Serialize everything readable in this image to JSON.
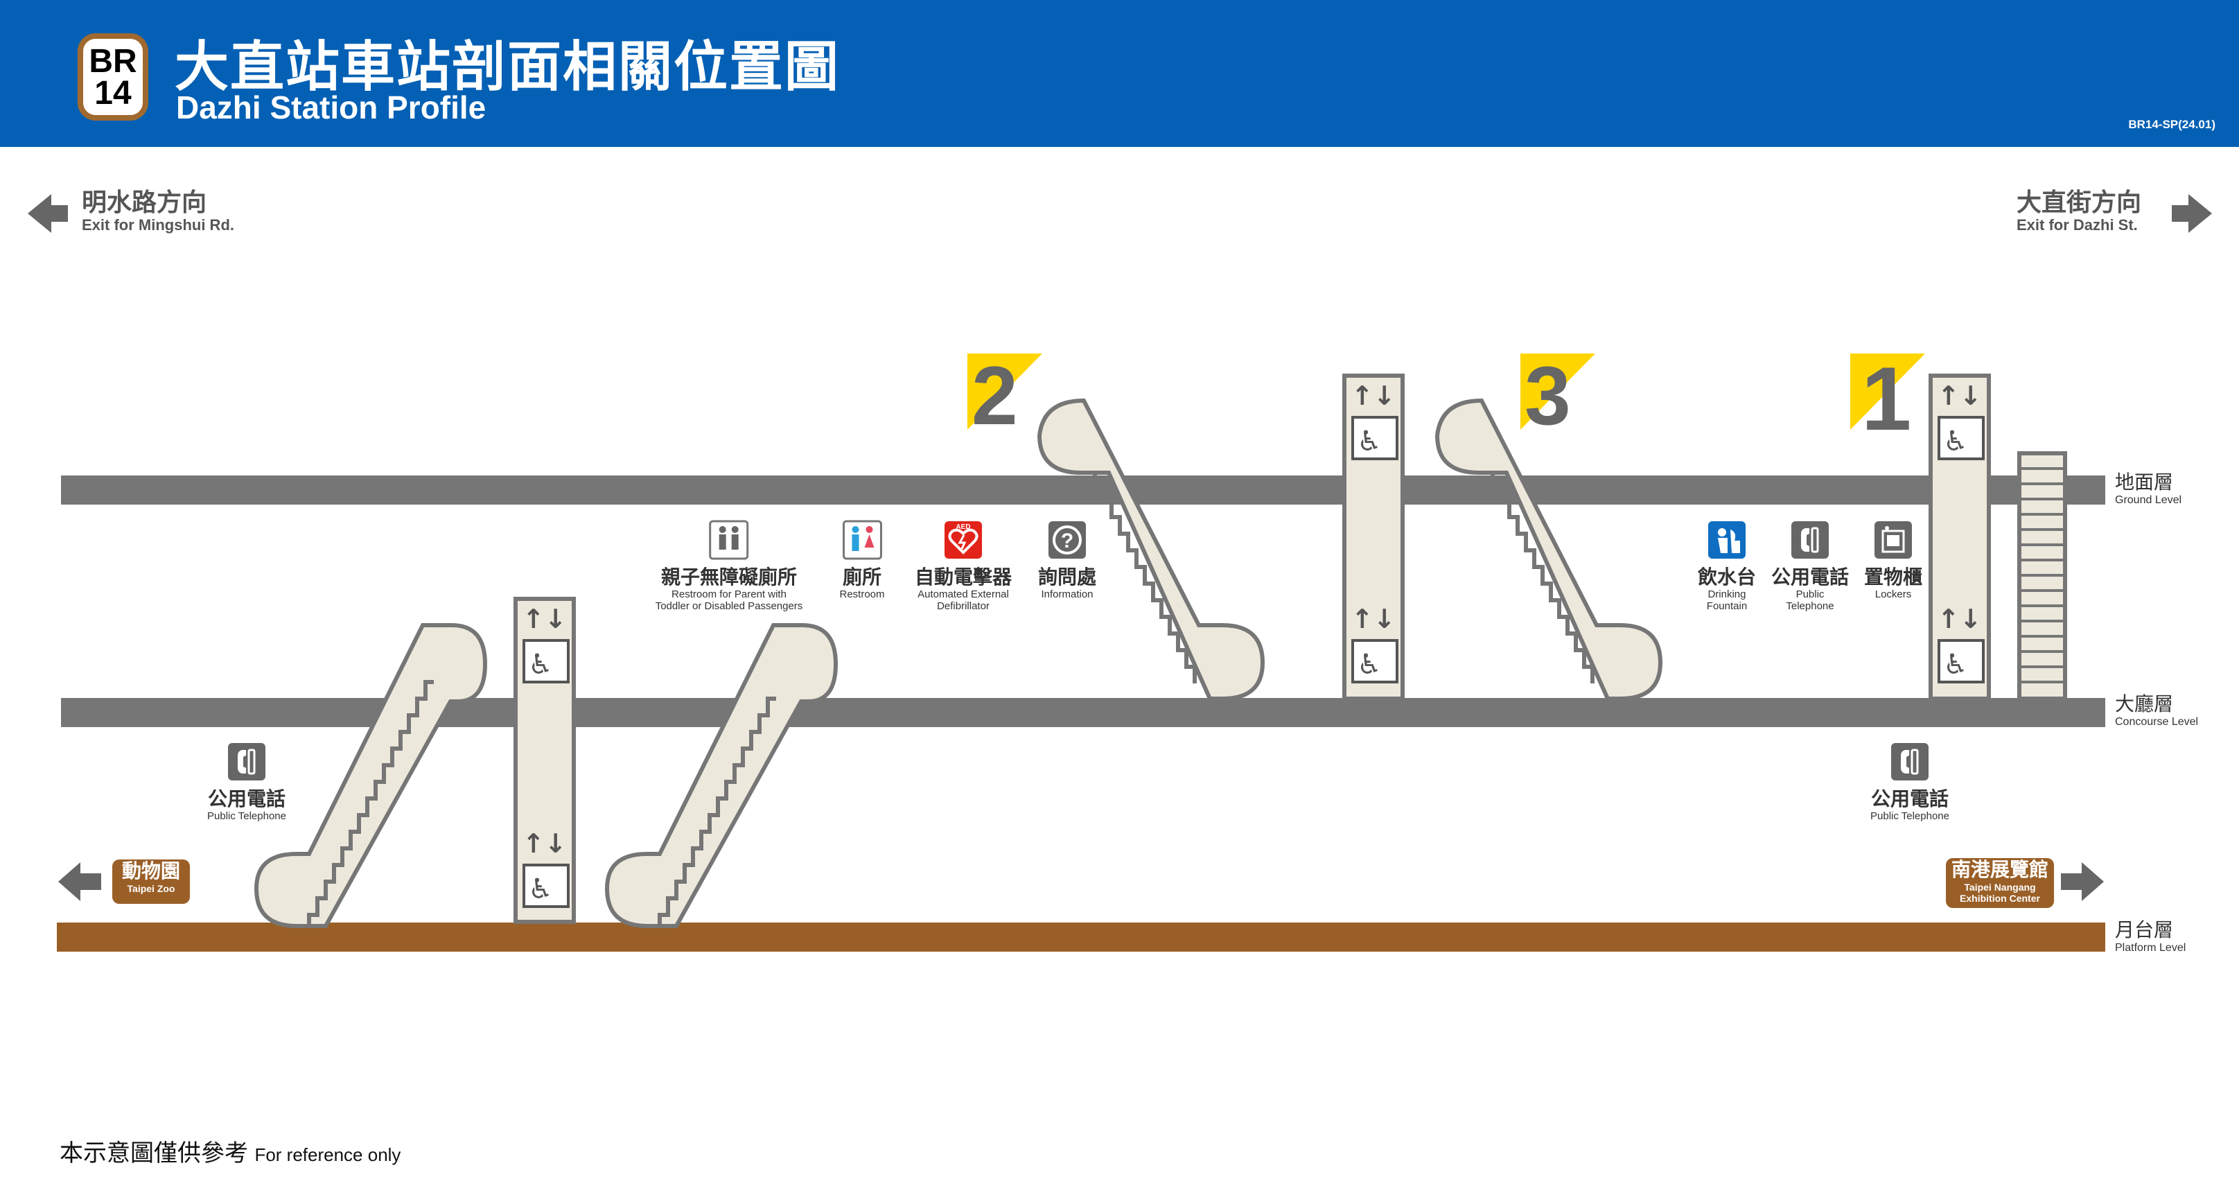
{
  "header": {
    "badge_line": "BR",
    "badge_number": "14",
    "title_zh": "大直站車站剖面相關位置圖",
    "title_en": "Dazhi Station Profile",
    "code": "BR14-SP(24.01)",
    "bg_color": "#0460b4",
    "badge_color": "#a0692f"
  },
  "directions": {
    "left": {
      "zh": "明水路方向",
      "en": "Exit for Mingshui Rd.",
      "icon": "arrow-left-icon"
    },
    "right": {
      "zh": "大直街方向",
      "en": "Exit for Dazhi St.",
      "icon": "arrow-right-icon"
    }
  },
  "levels": {
    "ground": {
      "zh": "地面層",
      "en": "Ground Level"
    },
    "concourse": {
      "zh": "大廳層",
      "en": "Concourse Level"
    },
    "platform": {
      "zh": "月台層",
      "en": "Platform Level"
    },
    "level_color": "#767676",
    "platform_color": "#9a5f27"
  },
  "exits": {
    "exit2": "2",
    "exit3": "3",
    "exit1": "1",
    "exit_color": "#ffd500"
  },
  "facilities": {
    "family_restroom": {
      "zh": "親子無障礙廁所",
      "en1": "Restroom for Parent with",
      "en2": "Toddler or Disabled Passengers",
      "icon": "family-restroom-icon"
    },
    "restroom": {
      "zh": "廁所",
      "en1": "Restroom",
      "en2": "",
      "icon": "restroom-icon"
    },
    "aed": {
      "zh": "自動電擊器",
      "en1": "Automated External",
      "en2": "Defibrillator",
      "icon": "aed-icon",
      "icon_label": "AED"
    },
    "information": {
      "zh": "詢問處",
      "en1": "Information",
      "en2": "",
      "icon": "question-icon"
    },
    "drinking": {
      "zh": "飲水台",
      "en1": "Drinking",
      "en2": "Fountain",
      "icon": "drinking-fountain-icon"
    },
    "phone_ground": {
      "zh": "公用電話",
      "en1": "Public",
      "en2": "Telephone",
      "icon": "telephone-icon"
    },
    "lockers": {
      "zh": "置物櫃",
      "en1": "Lockers",
      "en2": "",
      "icon": "locker-icon"
    },
    "phone_left": {
      "zh": "公用電話",
      "en1": "Public Telephone",
      "en2": "",
      "icon": "telephone-icon"
    },
    "phone_right": {
      "zh": "公用電話",
      "en1": "Public Telephone",
      "en2": "",
      "icon": "telephone-icon"
    }
  },
  "destinations": {
    "left": {
      "zh": "動物園",
      "en1": "Taipei Zoo",
      "en2": "",
      "icon": "arrow-left-icon"
    },
    "right": {
      "zh": "南港展覽館",
      "en1": "Taipei Nangang",
      "en2": "Exhibition Center",
      "icon": "arrow-right-icon"
    }
  },
  "footer": {
    "zh": "本示意圖僅供參考",
    "en": "For reference only"
  }
}
